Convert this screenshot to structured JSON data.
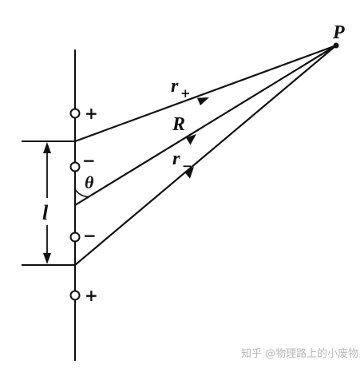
{
  "labels": {
    "point": "P",
    "r_plus_main": "r",
    "r_plus_sub": "+",
    "r_minus_main": "r",
    "r_minus_sub": "−",
    "R": "R",
    "theta": "θ",
    "length": "l"
  },
  "charges": [
    {
      "sign": "+"
    },
    {
      "sign": "−"
    },
    {
      "sign": "−"
    },
    {
      "sign": "+"
    }
  ],
  "watermark": "知乎 @物理路上的小废物",
  "colors": {
    "ink": "#111111",
    "watermark": "#b7b7b7",
    "background": "#ffffff"
  }
}
